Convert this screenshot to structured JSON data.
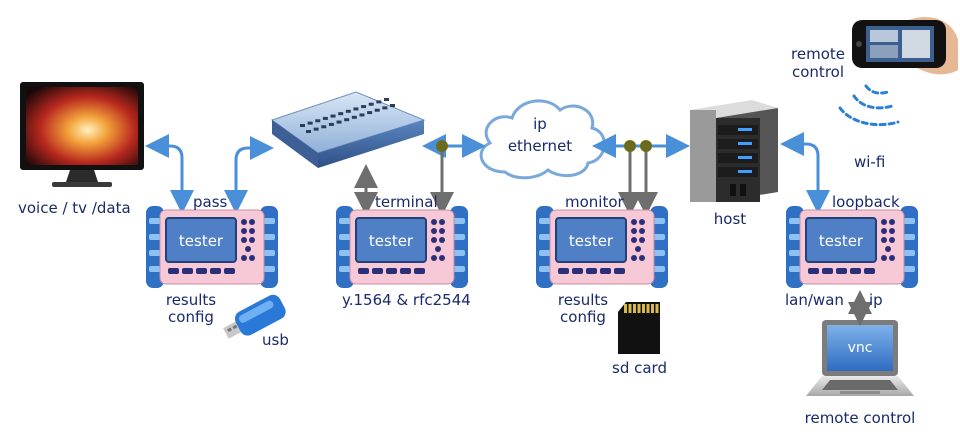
{
  "colors": {
    "label": "#1a2a6b",
    "link_blue": "#4a90d9",
    "link_grey": "#6e6e6e",
    "tester_body": "#f7c9d6",
    "tester_grip": "#2f6fc4",
    "tester_screen": "#4f7fc4",
    "tester_keys": "#2a2f7a",
    "tap_node": "#6b6a1e",
    "cloud_fill": "#ffffff",
    "cloud_stroke": "#7aa8da"
  },
  "icons": {
    "monitor": "monitor-icon",
    "switch": "network-switch-icon",
    "cloud": "cloud-icon",
    "server": "server-tower-icon",
    "phone": "smartphone-icon",
    "wifi": "wifi-signal-icon",
    "usb": "usb-stick-icon",
    "sd": "sd-card-icon",
    "laptop": "laptop-icon"
  },
  "testers": [
    {
      "screen_text": "tester",
      "mode": "pass",
      "below": [
        "results",
        "config"
      ]
    },
    {
      "screen_text": "tester",
      "mode": "terminal",
      "below": [
        "y.1564 & rfc2544"
      ]
    },
    {
      "screen_text": "tester",
      "mode": "monitor",
      "below": [
        "results",
        "config"
      ]
    },
    {
      "screen_text": "tester",
      "mode": "loopback",
      "below": [
        "lan/wan",
        "ip"
      ]
    }
  ],
  "labels": {
    "voice": "voice / tv /data",
    "cloud_line1": "ip",
    "cloud_line2": "ethernet",
    "host": "host",
    "remote_line1": "remote",
    "remote_line2": "control",
    "wifi": "wi-fi",
    "usb": "usb",
    "sd_card": "sd card",
    "vnc": "vnc",
    "remote_control": "remote control"
  }
}
